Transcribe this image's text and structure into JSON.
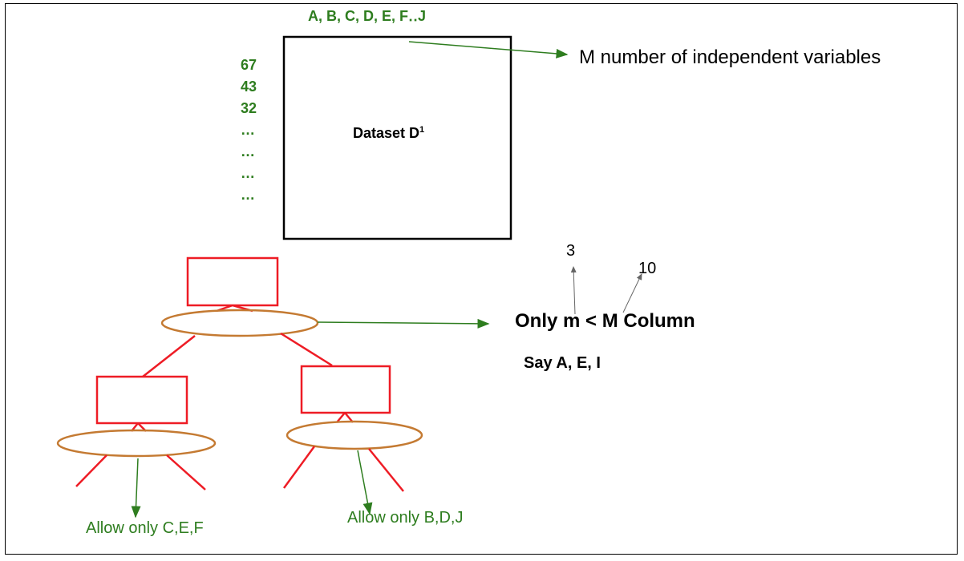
{
  "header_columns": "A,  B, C, D, E, F‥J",
  "row_values": [
    "67",
    "43",
    "32",
    "…",
    "…",
    "…",
    "…"
  ],
  "dataset": {
    "label": "Dataset D",
    "superscript": "1"
  },
  "m_label": "M number of independent variables",
  "only_m": "Only m <  M Column",
  "say": "Say A,  E,  I",
  "annot_3": "3",
  "annot_10": "10",
  "allow_left": "Allow only C,E,F",
  "allow_right": "Allow only B,D,J",
  "colors": {
    "green": "#2e7d1f",
    "red": "#ee1c25",
    "orange": "#c47a32"
  }
}
